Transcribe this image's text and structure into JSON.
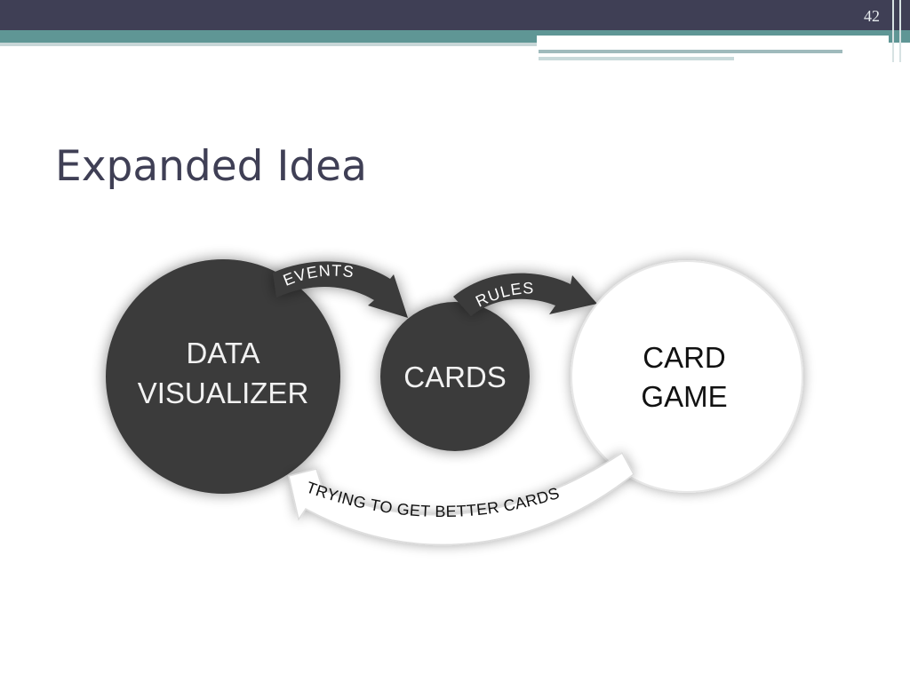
{
  "slide": {
    "number": "42",
    "title": "Expanded Idea"
  },
  "diagram": {
    "nodes": {
      "data_visualizer": {
        "line1": "DATA",
        "line2": "VISUALIZER",
        "fill": "#3a3a3a"
      },
      "cards": {
        "label": "CARDS",
        "fill": "#3a3a3a"
      },
      "card_game": {
        "line1": "CARD",
        "line2": "GAME",
        "fill": "#ffffff"
      }
    },
    "arrows": {
      "events": "EVENTS",
      "rules": "RULES",
      "feedback": "TRYING TO GET BETTER CARDS"
    }
  },
  "colors": {
    "dark_band": "#3f3f55",
    "teal_band": "#5f9695",
    "title": "#3f3f55"
  }
}
